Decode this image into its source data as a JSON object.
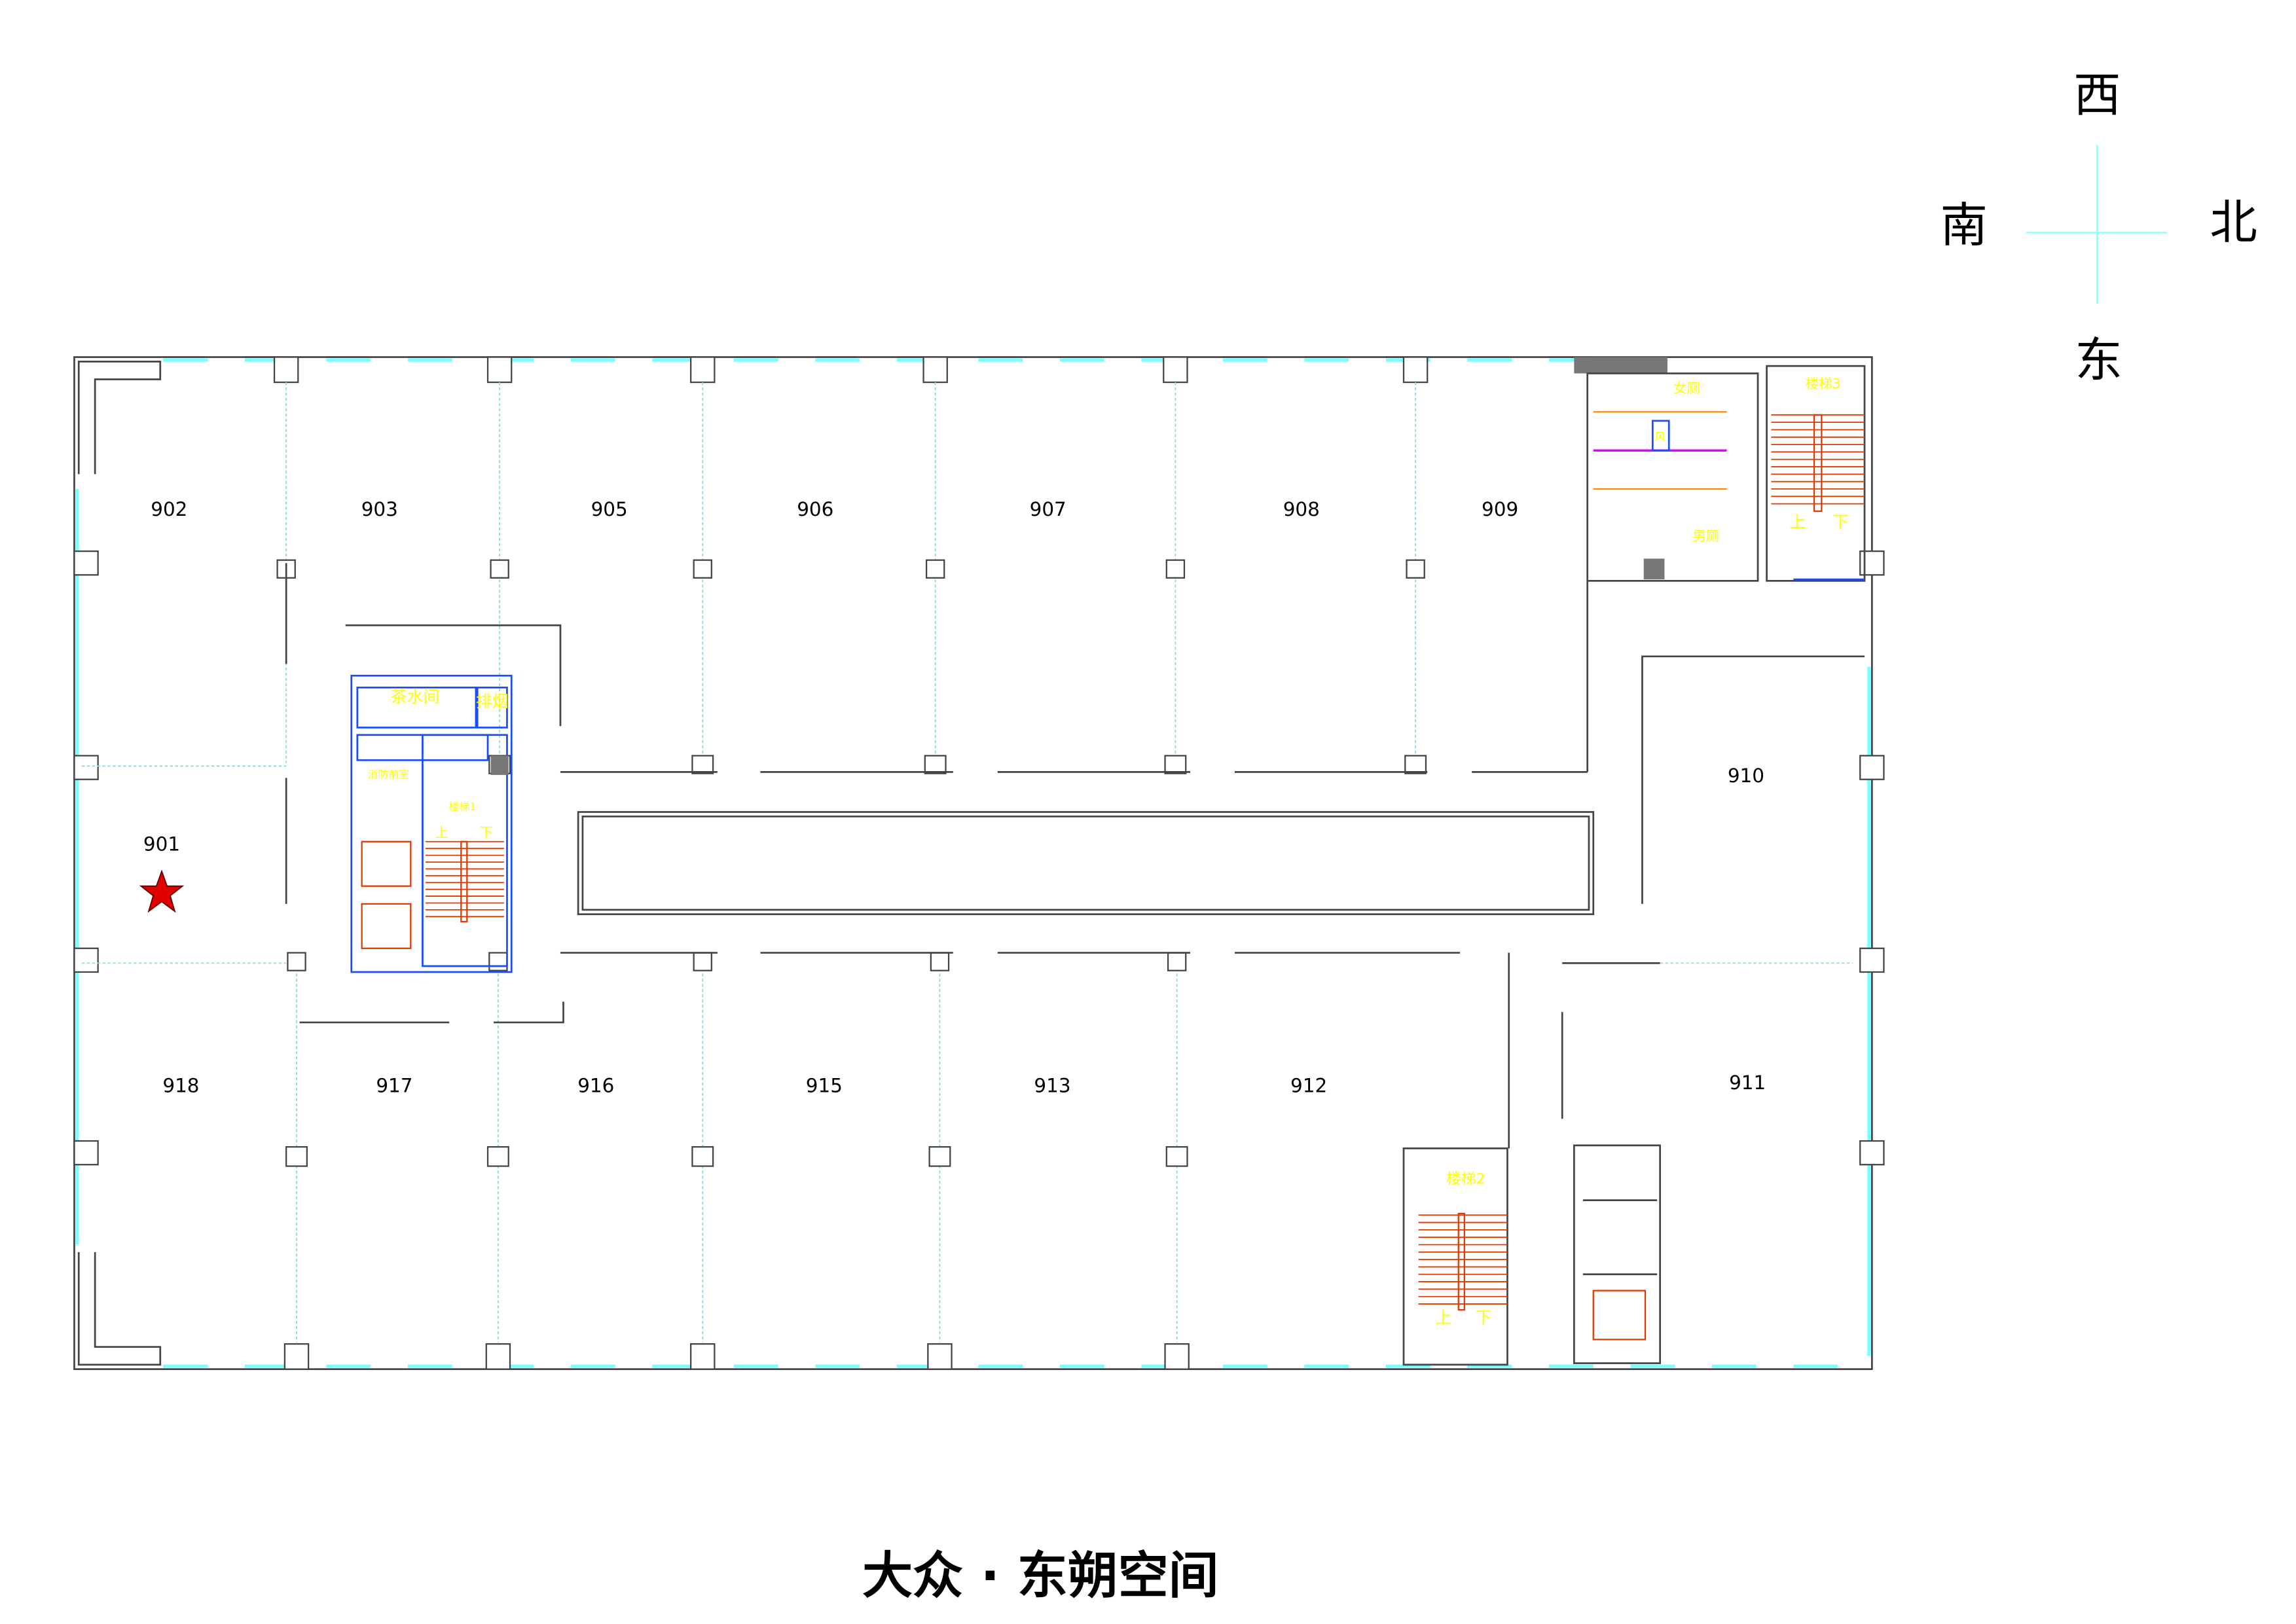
{
  "title": "大众 · 东朔空间",
  "compass": {
    "top": "西",
    "left": "南",
    "right": "北",
    "bottom": "东"
  },
  "rooms": [
    "902",
    "903",
    "905",
    "906",
    "907",
    "908",
    "909",
    "910",
    "901",
    "918",
    "917",
    "916",
    "915",
    "913",
    "912",
    "911"
  ],
  "core_labels": {
    "tea_room": "茶水间",
    "smoke_exhaust": "排烟",
    "fire_lobby": "消防前室",
    "stair1": "楼梯1",
    "stair2": "楼梯2",
    "stair3": "楼梯3",
    "womens_wc": "女厕",
    "mens_wc": "男厕",
    "shaft": "风",
    "up": "上",
    "down": "下"
  },
  "marker": {
    "type": "star",
    "room": "901",
    "color": "#e00000"
  },
  "colors": {
    "window": "#77ffff",
    "core": "#1a4cff",
    "stairs": "#e03a00",
    "labels": "#ffff00"
  }
}
